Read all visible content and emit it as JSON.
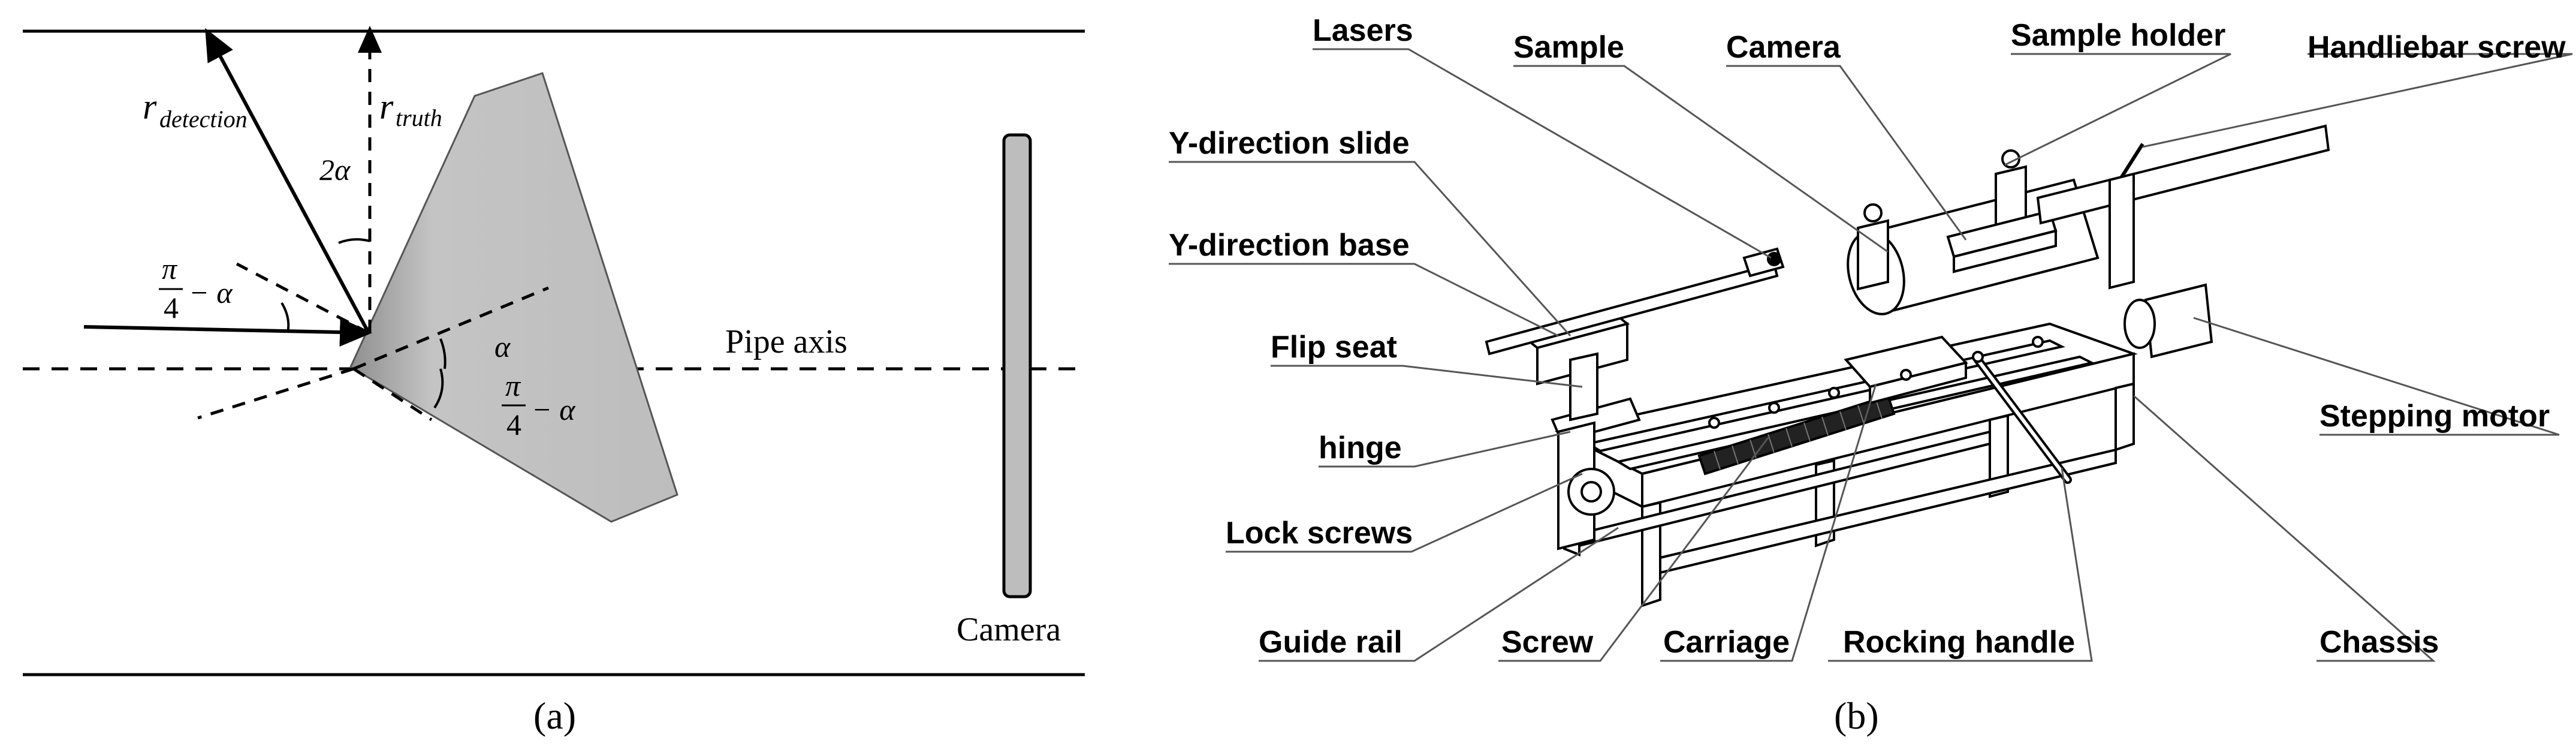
{
  "panel_a": {
    "caption": "(a)",
    "symbols": {
      "r_detection": {
        "base": "r",
        "sub": "detection"
      },
      "r_truth": {
        "base": "r",
        "sub": "truth"
      },
      "two_alpha": "2α",
      "alpha": "α",
      "pi": "π",
      "four": "4",
      "minus_alpha": "− α"
    },
    "pipe_axis_label": "Pipe axis",
    "camera_label": "Camera"
  },
  "panel_b": {
    "caption": "(b)",
    "labels": {
      "lasers": "Lasers",
      "sample": "Sample",
      "camera": "Camera",
      "sample_holder": "Sample holder",
      "handlebar_screw": "Handliebar screw",
      "y_direction_slide": "Y-direction slide",
      "y_direction_base": "Y-direction base",
      "flip_seat": "Flip seat",
      "hinge": "hinge",
      "lock_screws": "Lock screws",
      "guide_rail": "Guide rail",
      "screw": "Screw",
      "carriage": "Carriage",
      "rocking_handle": "Rocking handle",
      "chassis": "Chassis",
      "stepping_motor": "Stepping motor"
    }
  },
  "colors": {
    "line": "#000000",
    "prism_light": "#dcdcdc",
    "prism_dark": "#9a9a9a",
    "camera_bar": "#bdbdbd"
  }
}
